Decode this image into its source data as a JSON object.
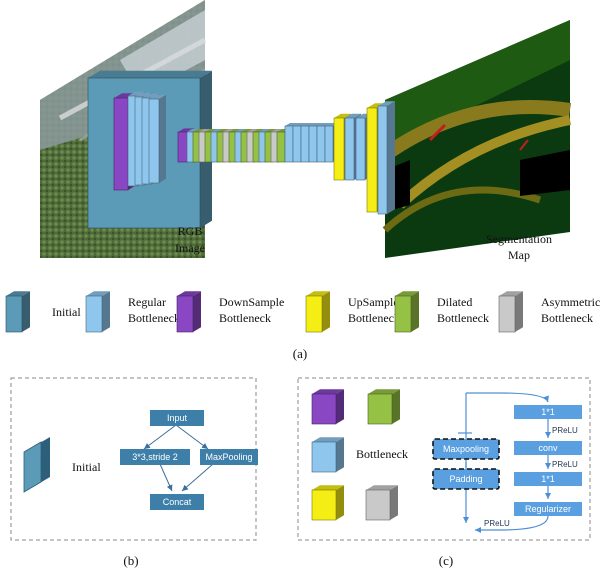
{
  "colors": {
    "initial": "#5b9bb8",
    "regular": "#8ec6ee",
    "downsample": "#8a47c4",
    "upsample": "#f5ee14",
    "dilated": "#95c244",
    "asymmetric": "#c9c9c9",
    "flow_box": "#3d7fa8",
    "block_b": "#5aa0e0",
    "arrow": "#4d8fd6"
  },
  "top": {
    "rgb_label": [
      "RGB",
      "Image"
    ],
    "seg_label": [
      "Segmentation",
      "Map"
    ],
    "caption": "(a)"
  },
  "legend": [
    {
      "key": "initial",
      "lines": [
        "Initial"
      ]
    },
    {
      "key": "regular",
      "lines": [
        "Regular",
        "Bottleneck"
      ]
    },
    {
      "key": "downsample",
      "lines": [
        "DownSample",
        "Bottleneck"
      ]
    },
    {
      "key": "upsample",
      "lines": [
        "UpSample",
        "Bottleneck"
      ]
    },
    {
      "key": "dilated",
      "lines": [
        "Dilated",
        "Bottleneck"
      ]
    },
    {
      "key": "asymmetric",
      "lines": [
        "Asymmetric",
        "Bottleneck"
      ]
    }
  ],
  "panel_b": {
    "label": "Initial",
    "caption": "(b)",
    "nodes": {
      "input": "Input",
      "conv": "3*3,stride 2",
      "maxpool": "MaxPooling",
      "concat": "Concat"
    }
  },
  "panel_c": {
    "label": "Bottleneck",
    "caption": "(c)",
    "left_nodes": [
      "Maxpooling",
      "Padding"
    ],
    "right_nodes": [
      "1*1",
      "conv",
      "1*1",
      "Regularizer"
    ],
    "edge_labels": [
      "PReLU",
      "PReLU",
      "PReLU"
    ]
  }
}
